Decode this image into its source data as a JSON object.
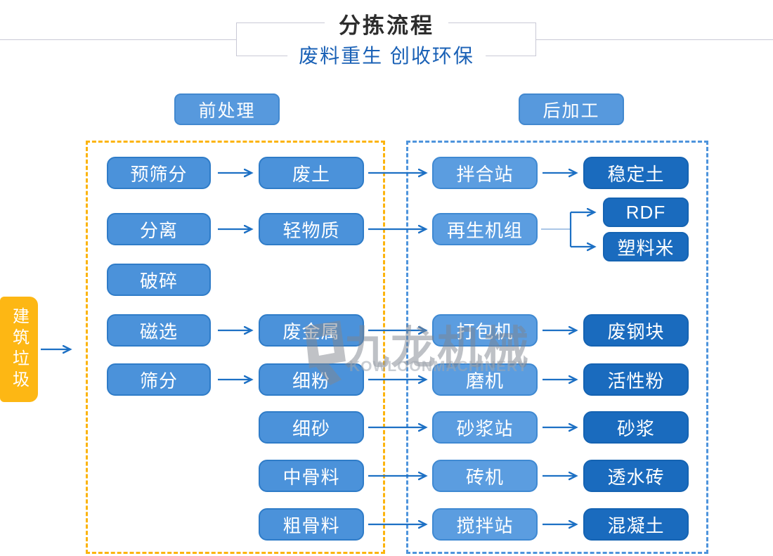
{
  "header": {
    "title": "分拣流程",
    "subtitle": "废料重生 创收环保"
  },
  "sections": {
    "pre_label": "前处理",
    "post_label": "后加工"
  },
  "source": {
    "label": "建筑垃圾"
  },
  "nodes": {
    "col1": [
      "预筛分",
      "分离",
      "破碎",
      "磁选",
      "筛分"
    ],
    "col2": [
      "废土",
      "轻物质",
      "废金属",
      "细粉",
      "细砂",
      "中骨料",
      "粗骨料"
    ],
    "col3": [
      "拌合站",
      "再生机组",
      "打包机",
      "磨机",
      "砂浆站",
      "砖机",
      "搅拌站"
    ],
    "col4": [
      "稳定土",
      "RDF",
      "塑料米",
      "废钢块",
      "活性粉",
      "砂浆",
      "透水砖",
      "混凝土"
    ]
  },
  "edges": [
    {
      "from": "建筑垃圾",
      "to": "前处理"
    },
    {
      "from": "预筛分",
      "to": "废土"
    },
    {
      "from": "分离",
      "to": "轻物质"
    },
    {
      "from": "磁选",
      "to": "废金属"
    },
    {
      "from": "筛分",
      "to": "细粉"
    },
    {
      "from": "废土",
      "to": "拌合站"
    },
    {
      "from": "轻物质",
      "to": "再生机组"
    },
    {
      "from": "废金属",
      "to": "打包机"
    },
    {
      "from": "细粉",
      "to": "磨机"
    },
    {
      "from": "细砂",
      "to": "砂浆站"
    },
    {
      "from": "中骨料",
      "to": "砖机"
    },
    {
      "from": "粗骨料",
      "to": "搅拌站"
    },
    {
      "from": "拌合站",
      "to": "稳定土"
    },
    {
      "from": "再生机组",
      "to": "RDF"
    },
    {
      "from": "再生机组",
      "to": "塑料米"
    },
    {
      "from": "打包机",
      "to": "废钢块"
    },
    {
      "from": "磨机",
      "to": "活性粉"
    },
    {
      "from": "砂浆站",
      "to": "砂浆"
    },
    {
      "from": "砖机",
      "to": "透水砖"
    },
    {
      "from": "搅拌站",
      "to": "混凝土"
    }
  ],
  "watermark": {
    "name_cn": "九龙机械",
    "name_en": "KOWLOONMACHINERY"
  },
  "colors": {
    "node_blue": "#4b92da",
    "node_blue_light": "#5b9de0",
    "node_blue_dark": "#1a6bbe",
    "source_yellow": "#fdb714",
    "dashed_yellow": "#fcb40e",
    "dashed_blue": "#4e94dc",
    "arrow_blue": "#1d70c4",
    "subtitle_blue": "#1a61b6",
    "title_gray": "#2d2d2d"
  }
}
